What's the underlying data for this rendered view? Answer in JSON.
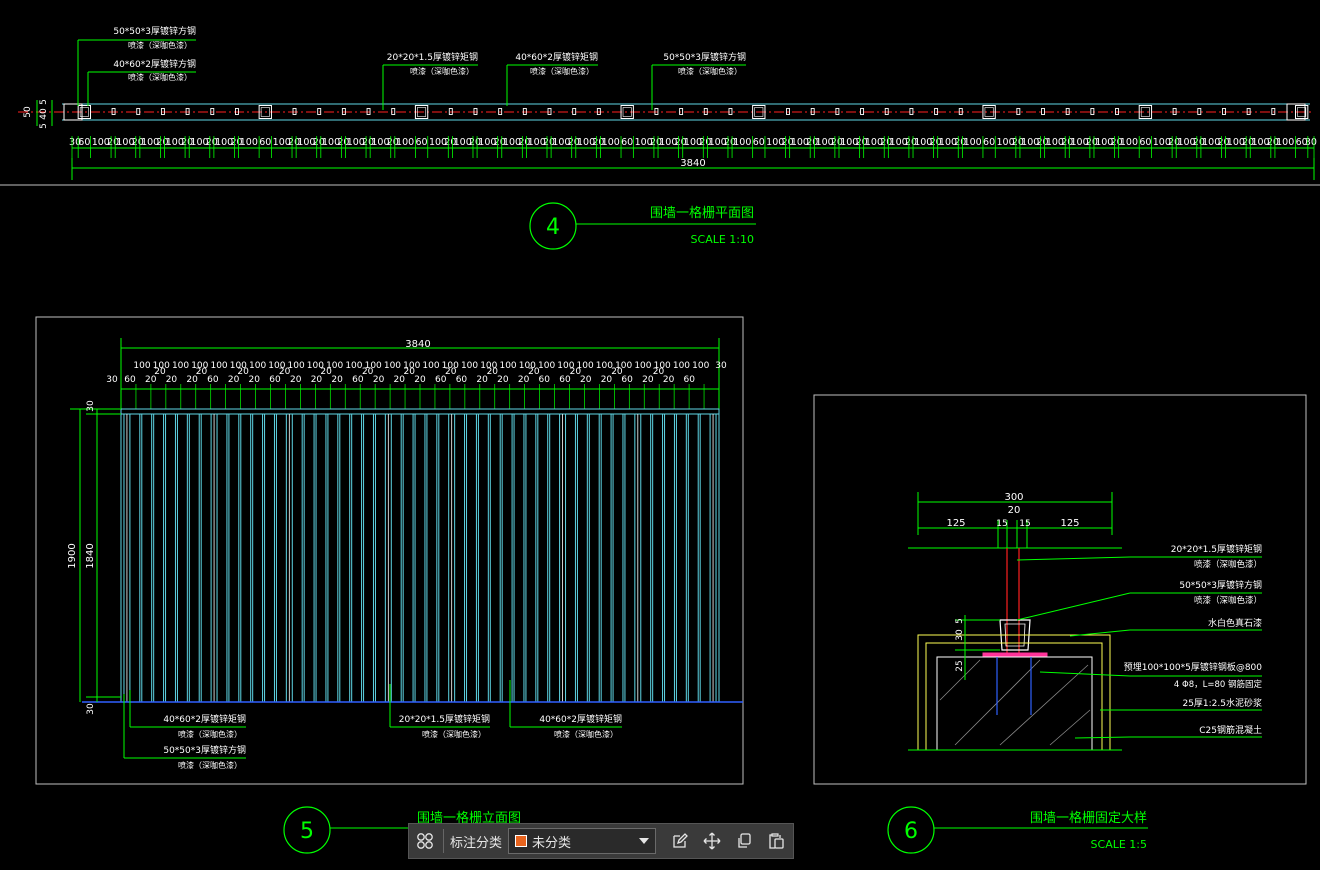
{
  "colors": {
    "background": "#000000",
    "green": "#00ff00",
    "cyan": "#5fd7e6",
    "red": "#ff2020",
    "white": "#ffffff",
    "blue": "#3060ff",
    "magenta": "#ff3399",
    "gray": "#bfbfbf",
    "orange": "#e8641e"
  },
  "plan": {
    "title": "围墙一格栅平面图",
    "scale": "SCALE 1:10",
    "number": "4",
    "callouts": [
      {
        "line1": "50*50*3厚镀锌方钢",
        "line2": "喷漆（深咖色漆）"
      },
      {
        "line1": "40*60*2厚镀锌方钢",
        "line2": "喷漆（深咖色漆）"
      },
      {
        "line1": "20*20*1.5厚镀锌矩钢",
        "line2": "喷漆（深咖色漆）"
      },
      {
        "line1": "40*60*2厚镀锌矩钢",
        "line2": "喷漆（深咖色漆）"
      },
      {
        "line1": "50*50*3厚镀锌方钢",
        "line2": "喷漆（深咖色漆）"
      }
    ],
    "side_dims": [
      "50",
      "5",
      "40",
      "5"
    ],
    "dims": [
      "30",
      "60",
      "100",
      "20",
      "100",
      "20",
      "100",
      "20",
      "100",
      "20",
      "100",
      "20",
      "100",
      "20",
      "100",
      "60",
      "100",
      "20",
      "100",
      "20",
      "100",
      "20",
      "100",
      "20",
      "100",
      "20",
      "100",
      "60",
      "100",
      "20",
      "100",
      "20",
      "100",
      "20",
      "100",
      "20",
      "100",
      "20",
      "100",
      "20",
      "100",
      "20",
      "100",
      "60",
      "100",
      "20",
      "100",
      "20",
      "100",
      "20",
      "100",
      "20",
      "100",
      "60",
      "100",
      "20",
      "100",
      "20",
      "100",
      "20",
      "100",
      "20",
      "100",
      "20",
      "100",
      "20",
      "100",
      "20",
      "100",
      "20",
      "100",
      "60",
      "100",
      "20",
      "100",
      "20",
      "100",
      "20",
      "100",
      "20",
      "100",
      "20",
      "100",
      "60",
      "100",
      "20",
      "100",
      "20",
      "100",
      "20",
      "100",
      "20",
      "100",
      "20",
      "100",
      "60",
      "30"
    ],
    "total": "3840"
  },
  "elevation": {
    "title": "围墙一格栅立面图",
    "number": "5",
    "total": "3840",
    "top_labels": [
      "100",
      "100",
      "100",
      "100",
      "100",
      "100",
      "100",
      "100",
      "100",
      "100",
      "100",
      "100",
      "100",
      "100",
      "100",
      "100",
      "100",
      "100",
      "100",
      "100",
      "100",
      "100",
      "100",
      "100",
      "100",
      "100",
      "100",
      "100",
      "100",
      "100"
    ],
    "mid_labels": [
      "20",
      "20",
      "20",
      "20",
      "20",
      "20",
      "20",
      "20",
      "20",
      "20",
      "20",
      "20",
      "20"
    ],
    "bottom_labels": [
      "30",
      "60",
      "20",
      "20",
      "20",
      "60",
      "20",
      "20",
      "60",
      "20",
      "20",
      "20",
      "60",
      "20",
      "20",
      "20",
      "60",
      "60",
      "20",
      "20",
      "20",
      "60",
      "60",
      "20",
      "20",
      "60",
      "20",
      "20",
      "60"
    ],
    "right_label": "30",
    "left_dims": {
      "overall": "1900",
      "inner": "1840",
      "top": "30",
      "bottom": "30"
    },
    "callouts": [
      {
        "line1": "40*60*2厚镀锌矩钢",
        "line2": "喷漆（深咖色漆）"
      },
      {
        "line1": "50*50*3厚镀锌方钢",
        "line2": "喷漆（深咖色漆）"
      },
      {
        "line1": "20*20*1.5厚镀锌矩钢",
        "line2": "喷漆（深咖色漆）"
      },
      {
        "line1": "40*60*2厚镀锌矩钢",
        "line2": "喷漆（深咖色漆）"
      }
    ]
  },
  "detail": {
    "title": "围墙一格栅固定大样",
    "scale": "SCALE 1:5",
    "number": "6",
    "top_dims": {
      "total": "300",
      "center": "20",
      "left": "125",
      "s1": "15",
      "s2": "15",
      "right": "125"
    },
    "side_dims": [
      "5",
      "30",
      "25"
    ],
    "callouts": [
      {
        "line1": "20*20*1.5厚镀锌矩钢",
        "line2": "喷漆（深咖色漆）"
      },
      {
        "line1": "50*50*3厚镀锌方钢",
        "line2": "喷漆（深咖色漆）"
      },
      {
        "line1": "水白色真石漆",
        "line2": ""
      },
      {
        "line1": "预埋100*100*5厚镀锌钢板@800",
        "line2": "4 Φ8，L=80 钢筋固定"
      },
      {
        "line1": "25厚1:2.5水泥砂浆",
        "line2": ""
      },
      {
        "line1": "C25钢筋混凝土",
        "line2": ""
      }
    ]
  },
  "toolbar": {
    "label": "标注分类",
    "value": "未分类",
    "swatch": "#e8641e"
  }
}
